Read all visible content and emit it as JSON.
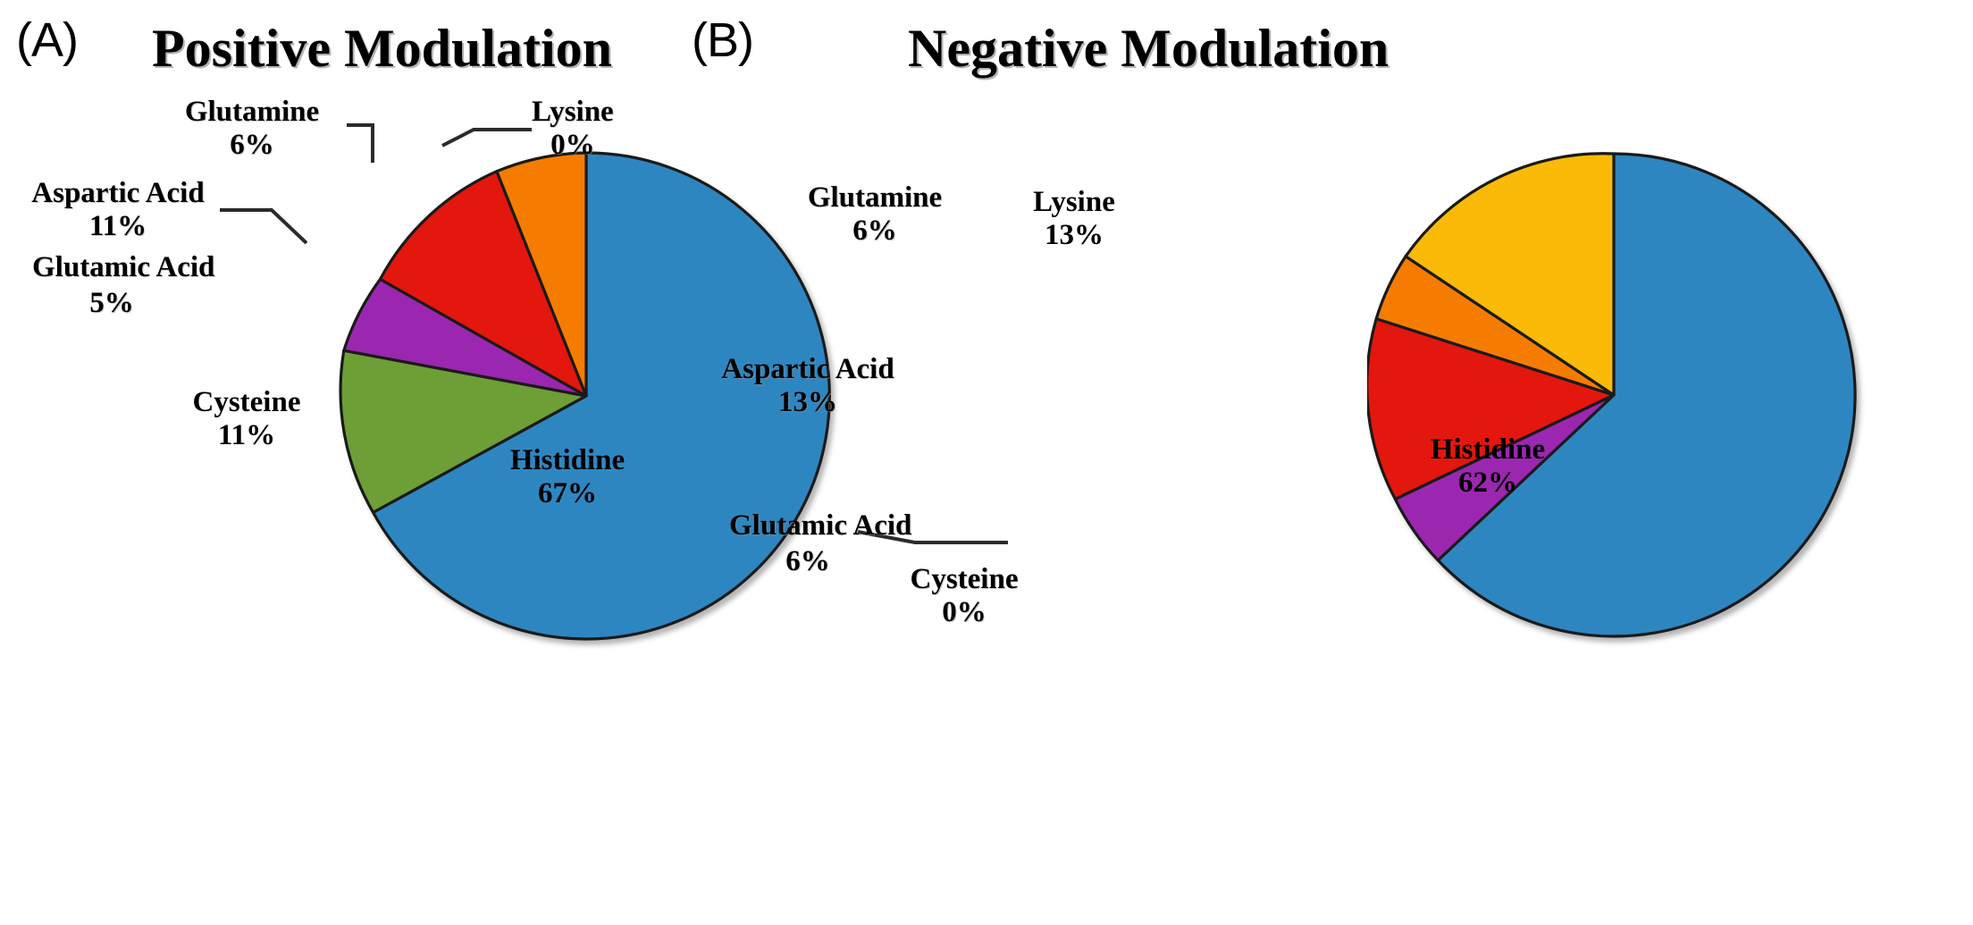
{
  "figure": {
    "background": "#ffffff",
    "palette": {
      "histidine": "#2E86C1",
      "cysteine": "#6E9E36",
      "glutamic_acid": "#9B27B0",
      "aspartic_acid": "#E3170D",
      "glutamine": "#F57C00",
      "lysine": "#FBBA08",
      "outline": "#1a1a1a",
      "leader_line": "#2b2b2b",
      "text": "#000000"
    }
  },
  "panels": [
    {
      "letter": "(A)",
      "title": "Positive Modulation",
      "labels": [
        {
          "name": "Lysine",
          "percent": "0%"
        },
        {
          "name": "Glutamine",
          "percent": "6%"
        },
        {
          "name": "Aspartic Acid",
          "percent": "11%"
        },
        {
          "name": "Glutamic Acid",
          "percent": "5%"
        },
        {
          "name": "Cysteine",
          "percent": "11%"
        },
        {
          "name": "Histidine",
          "percent": "67%"
        }
      ]
    },
    {
      "letter": "(B)",
      "title": "Negative Modulation",
      "labels": [
        {
          "name": "Glutamine",
          "percent": "6%"
        },
        {
          "name": "Lysine",
          "percent": "13%"
        },
        {
          "name": "Aspartic Acid",
          "percent": "13%"
        },
        {
          "name": "Glutamic Acid",
          "percent": "6%"
        },
        {
          "name": "Cysteine",
          "percent": "0%"
        },
        {
          "name": "Histidine",
          "percent": "62%"
        }
      ]
    }
  ],
  "chart_data": [
    {
      "type": "pie",
      "title": "Positive Modulation",
      "panel": "(A)",
      "labels": [
        "Histidine",
        "Cysteine",
        "Glutamic Acid",
        "Aspartic Acid",
        "Glutamine",
        "Lysine"
      ],
      "values": [
        67,
        11,
        5,
        11,
        6,
        0
      ],
      "value_labels": [
        "67%",
        "11%",
        "5%",
        "11%",
        "6%",
        "0%"
      ],
      "colors": [
        "#2E86C1",
        "#6E9E36",
        "#9B27B0",
        "#E3170D",
        "#F57C00",
        "#FBBA08"
      ],
      "units": "percent",
      "start_angle_deg": 0,
      "direction": "clockwise",
      "legend": "none",
      "label_placement": [
        "inside",
        "inside",
        "outside",
        "outside",
        "outside",
        "outside"
      ]
    },
    {
      "type": "pie",
      "title": "Negative Modulation",
      "panel": "(B)",
      "labels": [
        "Histidine",
        "Cysteine",
        "Glutamic Acid",
        "Aspartic Acid",
        "Glutamine",
        "Lysine"
      ],
      "values": [
        62,
        0,
        6,
        13,
        6,
        13
      ],
      "value_labels": [
        "62%",
        "0%",
        "6%",
        "13%",
        "6%",
        "13%"
      ],
      "colors": [
        "#2E86C1",
        "#6E9E36",
        "#9B27B0",
        "#E3170D",
        "#F57C00",
        "#FBBA08"
      ],
      "units": "percent",
      "start_angle_deg": 0,
      "direction": "clockwise",
      "legend": "none",
      "label_placement": [
        "inside",
        "outside",
        "outside",
        "outside",
        "outside",
        "inside"
      ]
    }
  ]
}
